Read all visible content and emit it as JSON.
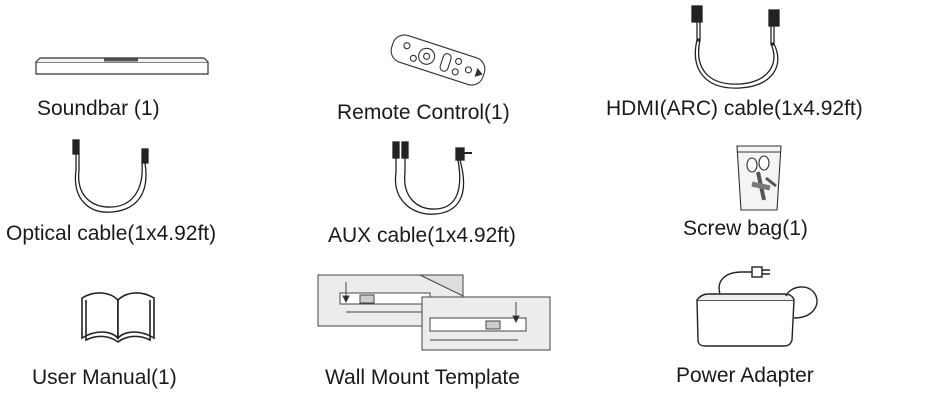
{
  "items": [
    {
      "id": "soundbar",
      "label": "Soundbar  (1)",
      "icon": "soundbar-icon"
    },
    {
      "id": "remote",
      "label": "Remote Control(1)",
      "icon": "remote-control-icon"
    },
    {
      "id": "hdmi",
      "label": "HDMI(ARC) cable(1x4.92ft)",
      "icon": "hdmi-cable-icon"
    },
    {
      "id": "optical",
      "label": "Optical cable(1x4.92ft)",
      "icon": "optical-cable-icon"
    },
    {
      "id": "aux",
      "label": "AUX cable(1x4.92ft)",
      "icon": "aux-cable-icon"
    },
    {
      "id": "screw",
      "label": "Screw bag(1)",
      "icon": "screw-bag-icon"
    },
    {
      "id": "manual",
      "label": "User Manual(1)",
      "icon": "book-icon"
    },
    {
      "id": "template",
      "label": "Wall Mount Template",
      "icon": "wall-template-icon"
    },
    {
      "id": "adapter",
      "label": "Power Adapter",
      "icon": "power-adapter-icon"
    }
  ]
}
